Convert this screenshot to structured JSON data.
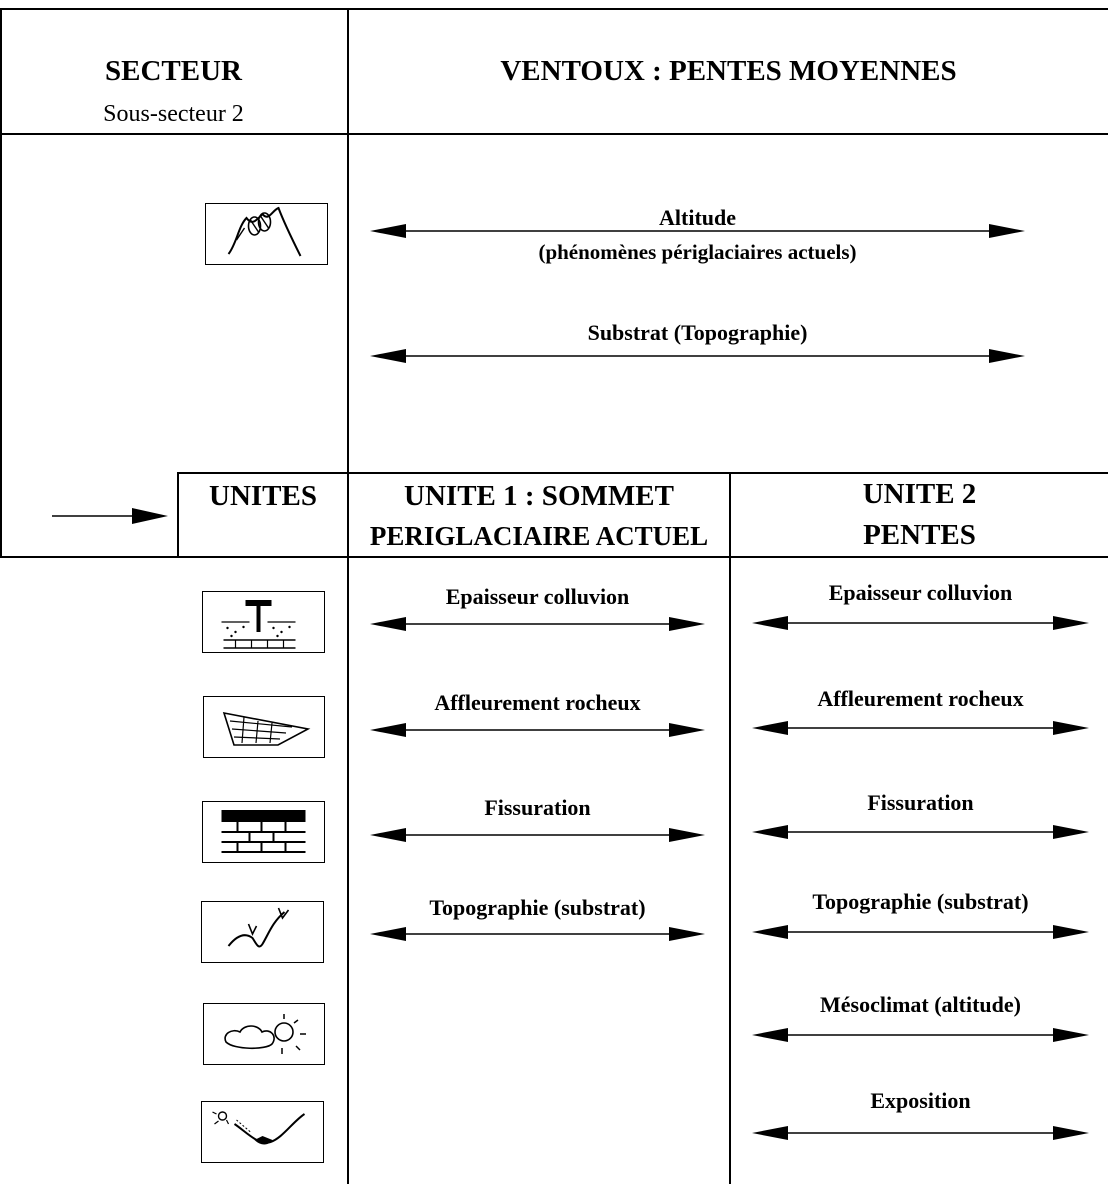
{
  "header": {
    "sector_title": "SECTEUR",
    "sector_subtitle": "Sous-secteur 2",
    "main_title": "VENTOUX : PENTES MOYENNES"
  },
  "sector_factors": {
    "altitude": "Altitude",
    "altitude_note": "(phénomènes périglaciaires actuels)",
    "substrat": "Substrat (Topographie)"
  },
  "units_header": {
    "units_label": "UNITES",
    "unit1_line1": "UNITE 1 : SOMMET",
    "unit1_line2": "PERIGLACIAIRE ACTUEL",
    "unit2_line1": "UNITE 2",
    "unit2_line2": "PENTES"
  },
  "unit1_factors": [
    "Epaisseur colluvion",
    "Affleurement rocheux",
    "Fissuration",
    "Topographie (substrat)"
  ],
  "unit2_factors": [
    "Epaisseur colluvion",
    "Affleurement rocheux",
    "Fissuration",
    "Topographie (substrat)",
    "Mésoclimat (altitude)",
    "Exposition"
  ],
  "icons": [
    "mountain-icon",
    "colluvion-auger-icon",
    "rock-outcrop-icon",
    "fissured-rock-icon",
    "topography-icon",
    "sun-cloud-icon",
    "exposure-slope-icon"
  ]
}
